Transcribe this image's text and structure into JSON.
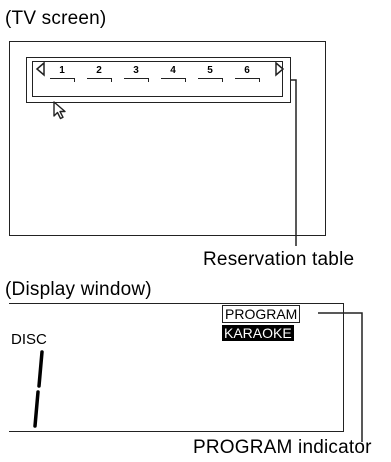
{
  "tv": {
    "caption": "(TV screen)",
    "reservation_slots": [
      "1",
      "2",
      "3",
      "4",
      "5",
      "6"
    ],
    "reservation_label": "Reservation table"
  },
  "display": {
    "caption": "(Display window)",
    "disc_label": "DISC",
    "program_text": "PROGRAM",
    "karaoke_text": "KARAOKE",
    "program_indicator_label": "PROGRAM indicator"
  }
}
